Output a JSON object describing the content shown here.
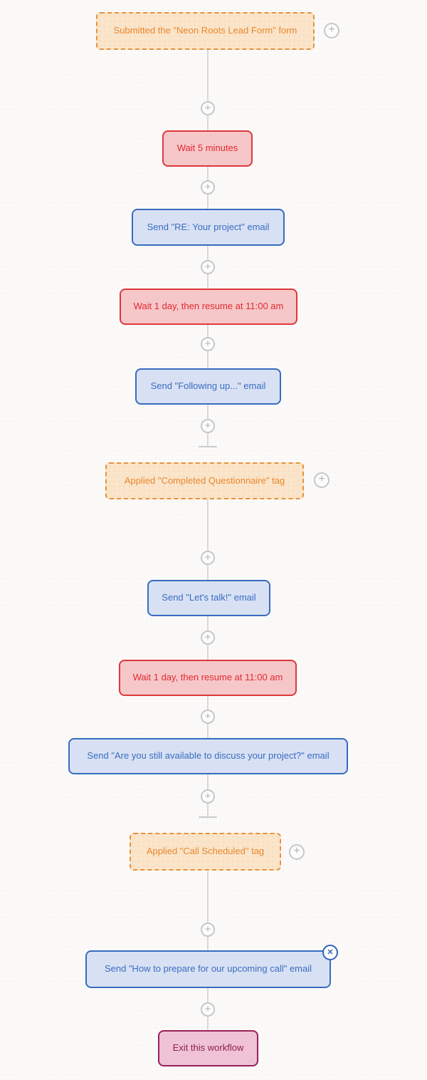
{
  "icons": {
    "plus_glyph": "+",
    "close_glyph": "✕"
  },
  "palette": {
    "canvas_background": "#FBFAF9",
    "connector_line": "#D6D9DB",
    "plus_circle_border": "#C5C7C9",
    "plus_glyph_color": "#AFB1B3",
    "trigger_border": "#E8913B",
    "trigger_background": "#FBE5CA",
    "trigger_text": "#E8872E",
    "wait_border": "#DE383D",
    "wait_background": "#F6C7C8",
    "wait_text": "#E02A31",
    "email_border": "#3A6BBF",
    "email_background": "#D8E1F4",
    "email_text": "#3A6CC0",
    "exit_border": "#992058",
    "exit_background": "#EFC2D5",
    "exit_text": "#8E1F50",
    "close_icon_color": "#3563B8"
  },
  "workflow": {
    "nodes": [
      {
        "id": "trigger-form-submitted",
        "type": "trigger",
        "label": "Submitted the \"Neon Roots Lead Form\" form"
      },
      {
        "id": "wait-5-minutes",
        "type": "wait",
        "label": "Wait 5 minutes"
      },
      {
        "id": "email-re-your-project",
        "type": "email",
        "label": "Send \"RE: Your project\" email"
      },
      {
        "id": "wait-1-day-resume-1100-a",
        "type": "wait",
        "label": "Wait 1 day, then resume at 11:00 am"
      },
      {
        "id": "email-following-up",
        "type": "email",
        "label": "Send \"Following up...\" email"
      },
      {
        "id": "trigger-completed-questionnaire",
        "type": "trigger",
        "label": "Applied \"Completed Questionnaire\" tag"
      },
      {
        "id": "email-lets-talk",
        "type": "email",
        "label": "Send \"Let's talk!\" email"
      },
      {
        "id": "wait-1-day-resume-1100-b",
        "type": "wait",
        "label": "Wait 1 day, then resume at 11:00 am"
      },
      {
        "id": "email-are-you-still-available",
        "type": "email",
        "label": "Send \"Are you still available to discuss your project?\" email"
      },
      {
        "id": "trigger-call-scheduled",
        "type": "trigger",
        "label": "Applied \"Call Scheduled\" tag"
      },
      {
        "id": "email-how-to-prepare",
        "type": "email",
        "label": "Send \"How to prepare for our upcoming call\" email"
      },
      {
        "id": "exit-workflow",
        "type": "exit",
        "label": "Exit this workflow"
      }
    ]
  }
}
